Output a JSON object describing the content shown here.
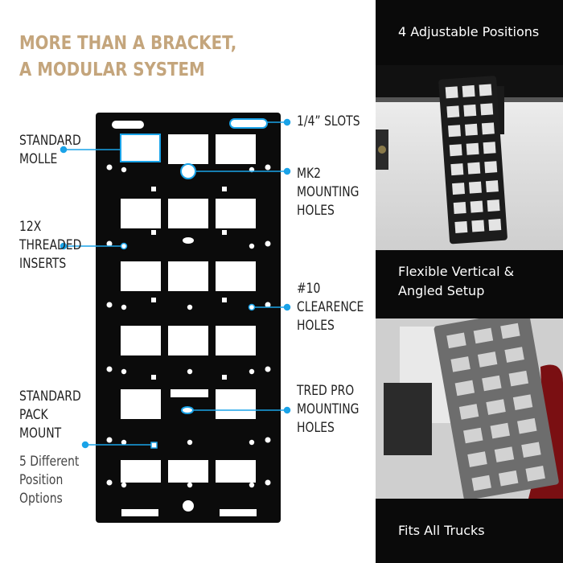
{
  "headline": {
    "line1": "MORE THAN A BRACKET,",
    "line2": "A MODULAR SYSTEM"
  },
  "callouts": {
    "standard_molle": [
      "STANDARD",
      "MOLLE"
    ],
    "slots": [
      "1/4” SLOTS"
    ],
    "mk2": [
      "MK2",
      "MOUNTING",
      "HOLES"
    ],
    "threaded": [
      "12X",
      "THREADED",
      "INSERTS"
    ],
    "clearence": [
      "#10",
      "CLEARENCE",
      "HOLES"
    ],
    "pack_mount": [
      "STANDARD",
      "PACK",
      "MOUNT"
    ],
    "tred_pro": [
      "TRED PRO",
      "MOUNTING",
      "HOLES"
    ],
    "position_options": [
      "5 Different",
      "Position",
      "Options"
    ]
  },
  "panels": {
    "adjustable": "4 Adjustable Positions",
    "flexible": [
      "Flexible Vertical &",
      "Angled Setup"
    ],
    "fits": "Fits All Trucks"
  },
  "colors": {
    "accent_gold": "#c4a57c",
    "callout_blue": "#1aa3e8",
    "plate": "#0b0b0b",
    "panel": "#0a0a0a"
  }
}
